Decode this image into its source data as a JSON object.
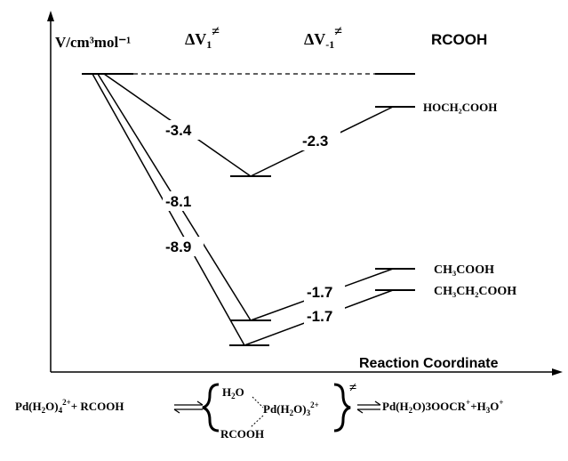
{
  "header": {
    "y_axis_label": "V/cm³mol⁻¹",
    "col_dv1": "ΔV",
    "col_dv1_sub": "1",
    "col_dv1_sup": "≠",
    "col_dvm1": "ΔV",
    "col_dvm1_sub": "-1",
    "col_dvm1_sup": "≠",
    "col_acid": "RCOOH"
  },
  "x_axis_label": "Reaction Coordinate",
  "acids": {
    "glycolic": "HOCH₂COOH",
    "acetic": "CH₃COOH",
    "propionic": "CH₃CH₂COOH"
  },
  "values": {
    "v1_glycolic": "-3.4",
    "vm1_glycolic": "-2.3",
    "v1_acetic": "-8.1",
    "v1_propionic": "-8.9",
    "vm1_acetic": "-1.7",
    "vm1_propionic": "-1.7"
  },
  "equation": {
    "reactant1": "Pd(H",
    "reactant1_b": "2",
    "reactant1_c": "O)",
    "reactant1_d": "4",
    "reactant1_charge": "2+",
    "plus1": "+ RCOOH",
    "ts_h2o": "H",
    "ts_h2o_sub": "2",
    "ts_h2o_c": "O",
    "ts_pd": "Pd(H",
    "ts_pd_sub": "2",
    "ts_pd_c": "O)",
    "ts_pd_d": "3",
    "ts_charge": "2+",
    "ts_rcooh": "RCOOH",
    "ts_mark": "≠",
    "product": "Pd(H",
    "product_b": "2",
    "product_c": "O)3OOCR",
    "product_charge": "+",
    "plus2": "+H",
    "product_h3o_sub": "3",
    "product_h3o_c": "O",
    "product_h3o_charge": "+"
  }
}
